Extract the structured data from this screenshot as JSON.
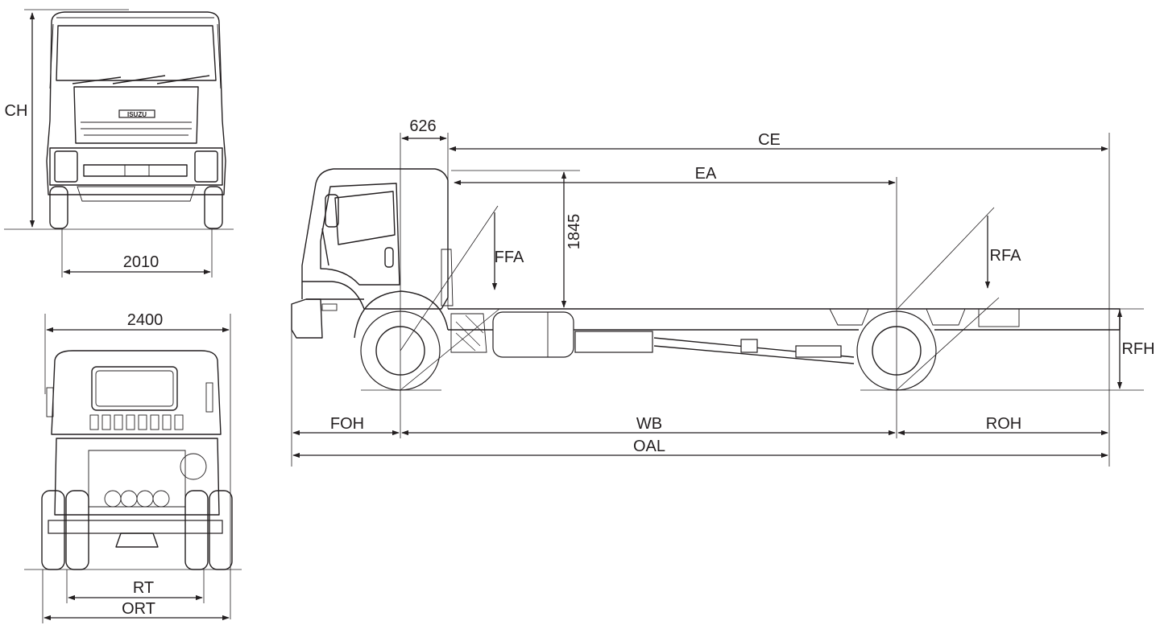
{
  "labels": {
    "front_view": {
      "cab_height": "CH",
      "width_2010": "2010"
    },
    "rear_view": {
      "width_2400": "2400",
      "rear_track": "RT",
      "overall_rear_track": "ORT"
    },
    "side_view": {
      "dim_626": "626",
      "cab_to_end": "CE",
      "cab_to_axle": "EA",
      "dim_1845": "1845",
      "front_frame_angle": "FFA",
      "rear_frame_angle": "RFA",
      "rear_frame_height": "RFH",
      "front_overhang": "FOH",
      "wheelbase": "WB",
      "rear_overhang": "ROH",
      "overall_length": "OAL"
    },
    "logo_text": "ISUZU"
  },
  "colors": {
    "line": "#231f20",
    "background": "#ffffff"
  }
}
